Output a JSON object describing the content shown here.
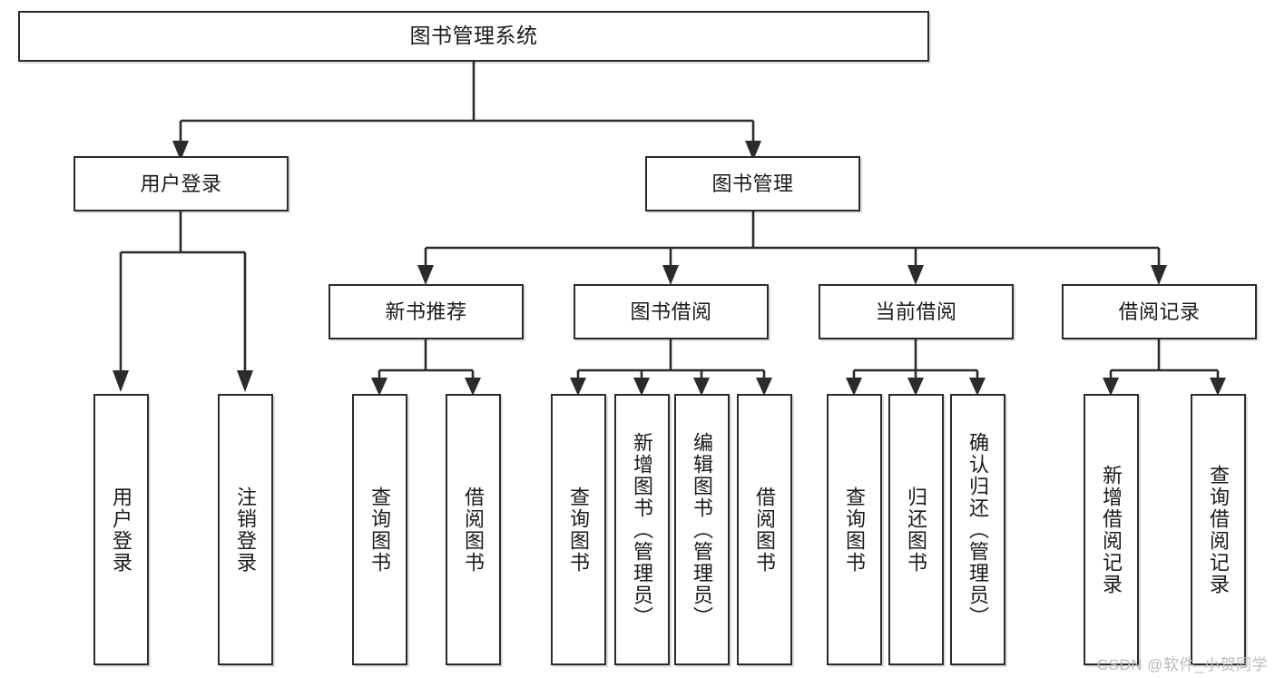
{
  "diagram": {
    "type": "tree-hierarchy",
    "title": "图书管理系统",
    "root": {
      "label": "图书管理系统"
    },
    "level2": [
      {
        "label": "用户登录"
      },
      {
        "label": "图书管理"
      }
    ],
    "level3": [
      {
        "label": "新书推荐"
      },
      {
        "label": "图书借阅"
      },
      {
        "label": "当前借阅"
      },
      {
        "label": "借阅记录"
      }
    ],
    "leaves": {
      "user_login": [
        {
          "label": "用户登录"
        },
        {
          "label": "注销登录"
        }
      ],
      "new_book_recommend": [
        {
          "label": "查询图书"
        },
        {
          "label": "借阅图书"
        }
      ],
      "book_borrow": [
        {
          "label": "查询图书"
        },
        {
          "label": "新增图书（管理员）"
        },
        {
          "label": "编辑图书（管理员）"
        },
        {
          "label": "借阅图书"
        }
      ],
      "current_borrow": [
        {
          "label": "查询图书"
        },
        {
          "label": "归还图书"
        },
        {
          "label": "确认归还（管理员）"
        }
      ],
      "borrow_record": [
        {
          "label": "新增借阅记录"
        },
        {
          "label": "查询借阅记录"
        }
      ]
    }
  },
  "watermark": {
    "text": "CSDN @软件_小贺同学"
  },
  "colors": {
    "stroke": "#2b2b2b",
    "node_fill": "#ffffff",
    "text": "#1a1a1a",
    "watermark": "#b9b9b9",
    "background": "#ffffff"
  }
}
